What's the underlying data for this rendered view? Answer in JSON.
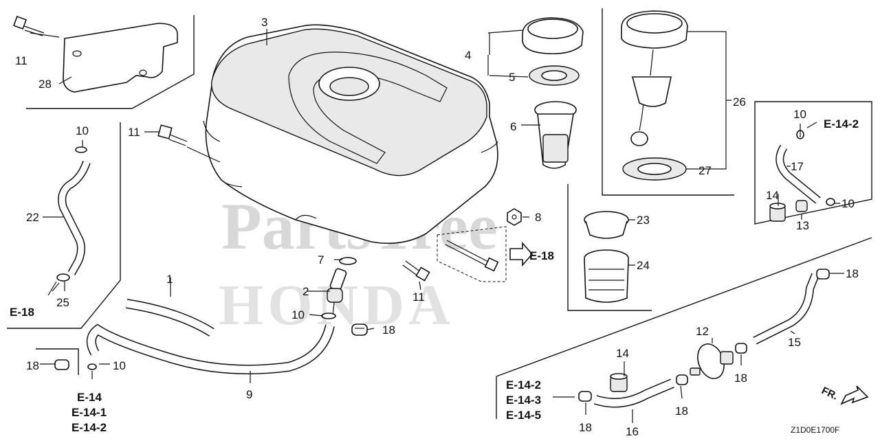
{
  "watermark": "PartsTree",
  "brand_watermark": "HONDA",
  "diagram_code": "Z1D0E1700F",
  "front_indicator": "FR.",
  "callouts": {
    "c1": "1",
    "c2": "2",
    "c3": "3",
    "c4": "4",
    "c5": "5",
    "c6": "6",
    "c7": "7",
    "c8": "8",
    "c9": "9",
    "c10a": "10",
    "c10b": "10",
    "c10c": "10",
    "c10d": "10",
    "c10e": "10",
    "c11a": "11",
    "c11b": "11",
    "c11c": "11",
    "c12": "12",
    "c13": "13",
    "c14a": "14",
    "c14b": "14",
    "c15": "15",
    "c16": "16",
    "c17": "17",
    "c18a": "18",
    "c18b": "18",
    "c18c": "18",
    "c18d": "18",
    "c18e": "18",
    "c18f": "18",
    "c22": "22",
    "c23": "23",
    "c24": "24",
    "c25": "25",
    "c26": "26",
    "c27": "27",
    "c28": "28"
  },
  "references": {
    "r_e18_left": "E-18",
    "r_e18_mid": "E-18",
    "r_e142_right": "E-14-2",
    "r_e14": "E-14",
    "r_e141": "E-14-1",
    "r_e142_bl": "E-14-2",
    "r_e142_bm": "E-14-2",
    "r_e143": "E-14-3",
    "r_e145": "E-14-5"
  }
}
